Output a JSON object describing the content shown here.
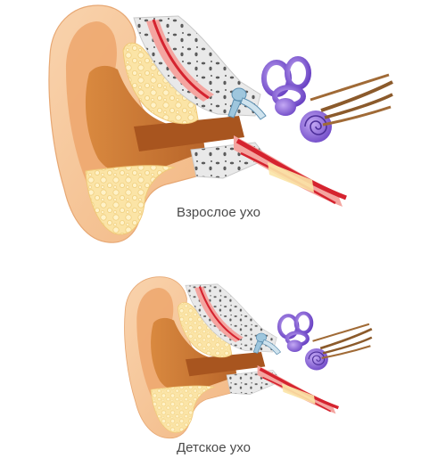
{
  "captions": {
    "adult": "Взрослое ухо",
    "child": "Детское ухо"
  },
  "colors": {
    "skin_outer": "#f6c79b",
    "skin_inner": "#eaa16a",
    "canal_dark": "#c8722d",
    "fat": "#fbe4a6",
    "bone": "#e6e6e6",
    "bone_pore": "#5b5b5b",
    "vessel_red": "#d5232f",
    "vessel_pink": "#f4a5a0",
    "ossicle_blue": "#9ec6dd",
    "cochlea_purple": "#8b63d6",
    "nerve_brown": "#8b5a2b"
  },
  "icons": {
    "adult_ear": "ear-cross-section-illustration",
    "child_ear": "ear-cross-section-illustration"
  }
}
